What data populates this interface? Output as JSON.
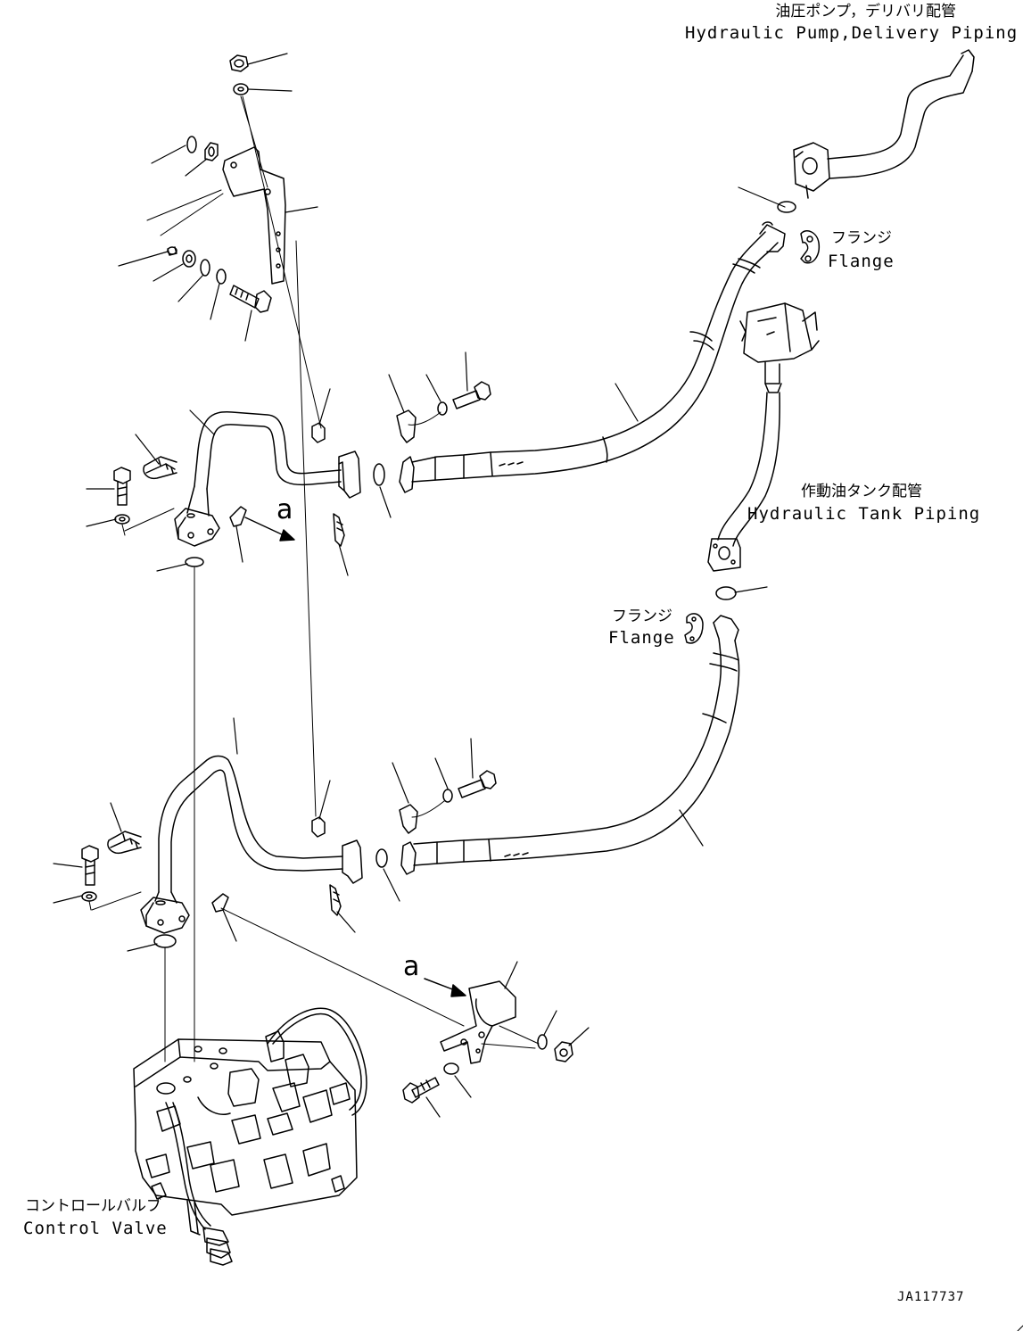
{
  "labels": {
    "pump_jp": "油圧ポンプ，デリバリ配管",
    "pump_en": "Hydraulic Pump,Delivery Piping",
    "flange1_jp": "フランジ",
    "flange1_en": "Flange",
    "tank_jp": "作動油タンク配管",
    "tank_en": "Hydraulic Tank Piping",
    "flange2_jp": "フランジ",
    "flange2_en": "Flange",
    "valve_jp": "コントロールバルブ",
    "valve_en": "Control Valve"
  },
  "view_marker": "a",
  "doc_id": "JA117737"
}
